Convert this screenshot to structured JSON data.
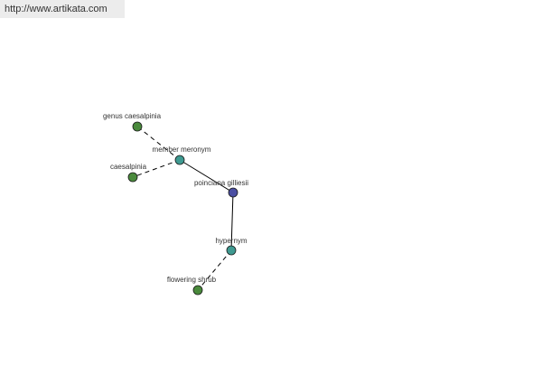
{
  "watermark": {
    "url": "http://www.artikata.com"
  },
  "colors": {
    "center_node": "#4b4fa3",
    "relation_node": "#3f9a91",
    "leaf_node": "#4a8a3c",
    "edge": "#000000"
  },
  "graph": {
    "nodes": [
      {
        "id": "poinciana",
        "label": "poinciana gilliesii",
        "kind": "center"
      },
      {
        "id": "member_meronym",
        "label": "member meronym",
        "kind": "relation"
      },
      {
        "id": "genus_caesalpinia",
        "label": "genus caesalpinia",
        "kind": "leaf"
      },
      {
        "id": "caesalpinia",
        "label": "caesalpinia",
        "kind": "leaf"
      },
      {
        "id": "hypernym",
        "label": "hypernym",
        "kind": "relation"
      },
      {
        "id": "flowering_shrub",
        "label": "flowering shrub",
        "kind": "leaf"
      }
    ],
    "edges": [
      {
        "from": "poinciana",
        "to": "member_meronym",
        "style": "solid"
      },
      {
        "from": "poinciana",
        "to": "hypernym",
        "style": "solid"
      },
      {
        "from": "member_meronym",
        "to": "genus_caesalpinia",
        "style": "dashed"
      },
      {
        "from": "member_meronym",
        "to": "caesalpinia",
        "style": "dashed"
      },
      {
        "from": "hypernym",
        "to": "flowering_shrub",
        "style": "dashed"
      }
    ]
  }
}
